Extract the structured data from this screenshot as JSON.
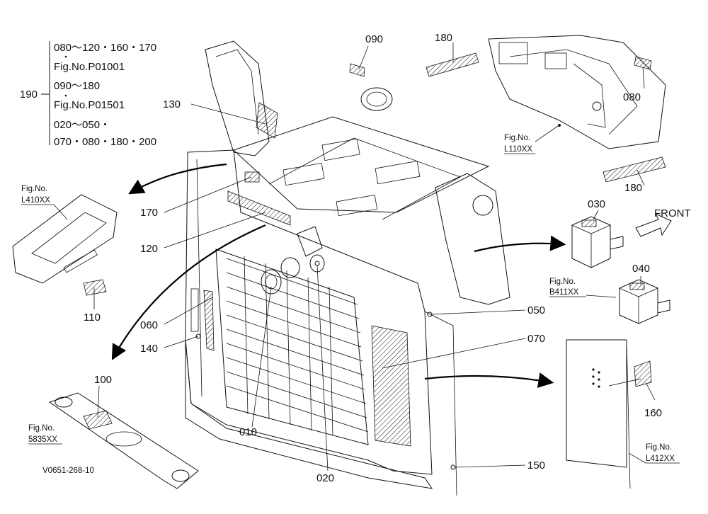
{
  "legend": {
    "number": "190",
    "lines": [
      "080～120・160・170",
      "Fig.No.P01001",
      "090～180",
      "Fig.No.P01501",
      "020～050・",
      "070・080・180・200"
    ]
  },
  "callouts": {
    "c010": "010",
    "c020": "020",
    "c030": "030",
    "c040": "040",
    "c050": "050",
    "c060": "060",
    "c070": "070",
    "c080": "080",
    "c090": "090",
    "c100": "100",
    "c110": "110",
    "c120": "120",
    "c130": "130",
    "c140": "140",
    "c150": "150",
    "c160": "160",
    "c170": "170",
    "c180a": "180",
    "c180b": "180"
  },
  "refs": {
    "l410": {
      "title": "Fig.No.",
      "code": "L410XX"
    },
    "l110": {
      "title": "Fig.No.",
      "code": "L110XX"
    },
    "b411": {
      "title": "Fig.No.",
      "code": "B411XX"
    },
    "s5835": {
      "title": "Fig.No.",
      "code": "5835XX"
    },
    "l412": {
      "title": "Fig.No.",
      "code": "L412XX"
    }
  },
  "front_label": "FRONT",
  "drawing_code": "V0651-268-10"
}
